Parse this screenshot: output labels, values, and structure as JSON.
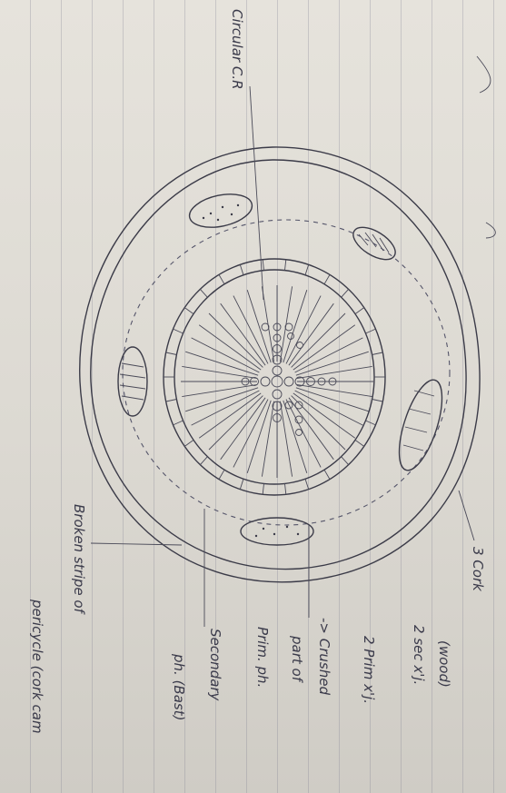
{
  "labels": {
    "circular_cr": "Circular C.R",
    "cork": "3 Cork",
    "wood": "(wood)",
    "sec_xylem": "2 sec x'j.",
    "prim_xylem": "2 Prim x'j.",
    "crushed": "-> Crushed",
    "part_of": "part of",
    "prim_ph": "Prim. ph.",
    "secondary": "Secondary",
    "ph_bast": "ph. (Bast)",
    "broken": "Broken stripe of",
    "pericycle": "pericycle (cork cam"
  }
}
